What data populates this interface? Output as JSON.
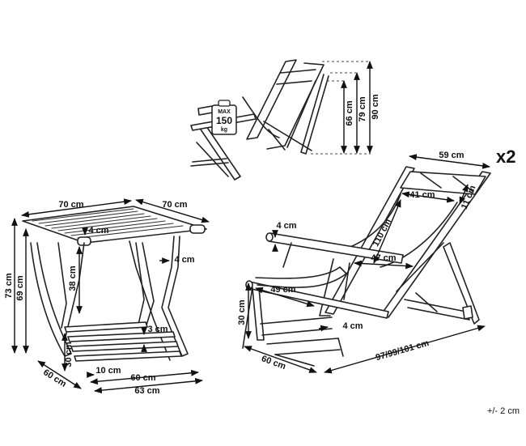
{
  "quantity": "x2",
  "tolerance": "+/- 2 cm",
  "load_badge": {
    "line1": "MAX",
    "line2": "150",
    "line3": "kg"
  },
  "table_dims": {
    "top_width": "70 cm",
    "top_depth": "70 cm",
    "total_height": "73 cm",
    "frame_height": "69 cm",
    "rail_diameter_small": "4 cm",
    "apron_height": "38 cm",
    "leg_diameter": "4 cm",
    "crossbar_diameter": "3 cm",
    "crossbar_height": "30 cm",
    "foot_diameter": "10 cm",
    "depth": "60 cm",
    "inner_width": "60 cm",
    "outer_width": "63 cm"
  },
  "chair_heights": {
    "h1": "66 cm",
    "h2": "79 cm",
    "h3": "90 cm"
  },
  "chair_dims": {
    "width": "59 cm",
    "headrest_width": "41 cm",
    "headrest_height": "11 cm",
    "back_length": "110 cm",
    "armrest_diameter": "4 cm",
    "armrest_length": "47 cm",
    "seat_depth": "49 cm",
    "seat_height": "30 cm",
    "depth": "60 cm",
    "leg_diameter": "4 cm",
    "length": "97/99/101 cm"
  }
}
